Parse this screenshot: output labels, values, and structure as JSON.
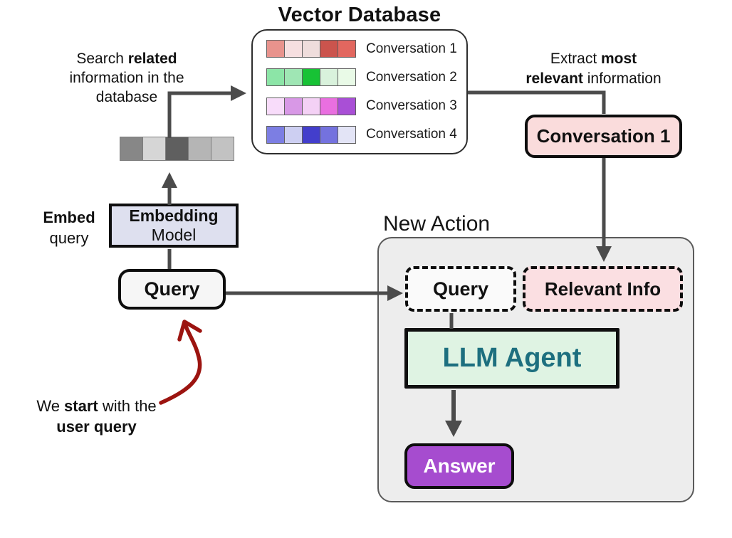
{
  "title": "Vector Database",
  "vector_database": {
    "rows": [
      {
        "label": "Conversation 1",
        "colors": [
          "#e8938d",
          "#f6dfe0",
          "#efdddc",
          "#cb544d",
          "#e2675f"
        ]
      },
      {
        "label": "Conversation 2",
        "colors": [
          "#8ce5a7",
          "#9fe6b4",
          "#17c235",
          "#d9f2dc",
          "#e9fae7"
        ]
      },
      {
        "label": "Conversation 3",
        "colors": [
          "#f8dcfa",
          "#d898e6",
          "#f4d1f5",
          "#e96fe0",
          "#a94fd6"
        ]
      },
      {
        "label": "Conversation 4",
        "colors": [
          "#7c7ee3",
          "#cdcff2",
          "#433ecc",
          "#7472de",
          "#e3e4f6"
        ]
      }
    ]
  },
  "query_embedding_vector": {
    "colors": [
      "#878787",
      "#d6d6d6",
      "#5f5f5f",
      "#b5b5b5",
      "#c2c2c2"
    ]
  },
  "notes": {
    "search": {
      "line1": [
        {
          "t": "Search ",
          "b": false
        },
        {
          "t": "related",
          "b": true
        }
      ],
      "line2": [
        {
          "t": "information in the",
          "b": false
        }
      ],
      "line3": [
        {
          "t": "database",
          "b": false
        }
      ]
    },
    "embed": {
      "line1": [
        {
          "t": "Embed",
          "b": true
        }
      ],
      "line2": [
        {
          "t": "query",
          "b": false
        }
      ]
    },
    "extract": {
      "line1": [
        {
          "t": "Extract ",
          "b": false
        },
        {
          "t": "most",
          "b": true
        }
      ],
      "line2": [
        {
          "t": "relevant",
          "b": true
        },
        {
          "t": " information",
          "b": false
        }
      ]
    },
    "start": {
      "line1": [
        {
          "t": "We ",
          "b": false
        },
        {
          "t": "start",
          "b": true
        },
        {
          "t": " with the",
          "b": false
        }
      ],
      "line2": [
        {
          "t": "user query",
          "b": true
        }
      ]
    }
  },
  "boxes": {
    "embedding_model_line1": "Embedding",
    "embedding_model_line2": "Model",
    "query": "Query",
    "conversation1": "Conversation 1",
    "new_action_label": "New Action",
    "query_dashed": "Query",
    "relevant_info": "Relevant Info",
    "llm_agent": "LLM Agent",
    "answer": "Answer"
  },
  "palette": {
    "arrow_gray": "#4b4b4b",
    "red_arrow": "#9c1410",
    "embedding_bg": "#dee0ef",
    "query_bg": "#f6f6f6",
    "conversation1_bg": "#fadcdc",
    "new_action_bg": "#ededed",
    "query_dashed_bg": "#fafafa",
    "relevant_info_bg": "#fbdfe2",
    "llm_agent_bg": "#dff3e3",
    "llm_agent_text": "#1d6f7f",
    "answer_bg": "#a64ccf"
  }
}
